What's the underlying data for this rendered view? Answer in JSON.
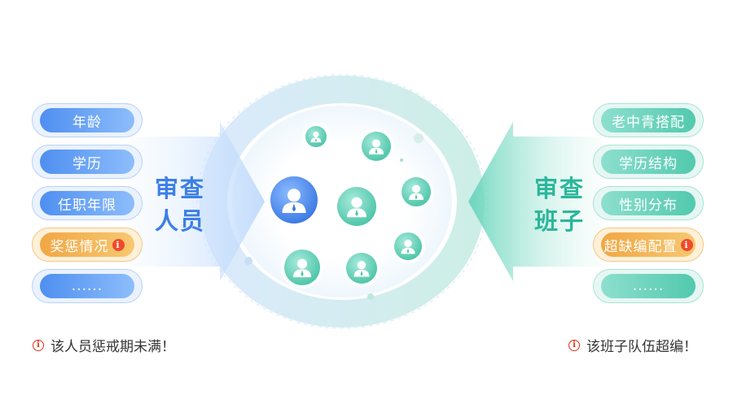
{
  "left_panel": {
    "title_line1": "审查",
    "title_line2": "人员",
    "items": [
      {
        "label": "年龄",
        "style": "blue"
      },
      {
        "label": "学历",
        "style": "blue"
      },
      {
        "label": "任职年限",
        "style": "blue"
      },
      {
        "label": "奖惩情况",
        "style": "orange",
        "warning": true
      },
      {
        "label": "......",
        "style": "blue"
      }
    ],
    "notice": "该人员惩戒期未满！"
  },
  "right_panel": {
    "title_line1": "审查",
    "title_line2": "班子",
    "items": [
      {
        "label": "老中青搭配",
        "style": "teal"
      },
      {
        "label": "学历结构",
        "style": "teal"
      },
      {
        "label": "性别分布",
        "style": "teal"
      },
      {
        "label": "超缺编配置",
        "style": "orange",
        "warning": true
      },
      {
        "label": "......",
        "style": "teal"
      }
    ],
    "notice": "该班子队伍超编！"
  },
  "icons": {
    "warning": "info-warning-icon",
    "person": "person-avatar-icon"
  },
  "colors": {
    "blue": "#3d7fe6",
    "teal": "#2bb79a",
    "orange": "#f1a744",
    "warning_red": "#e0321c"
  }
}
